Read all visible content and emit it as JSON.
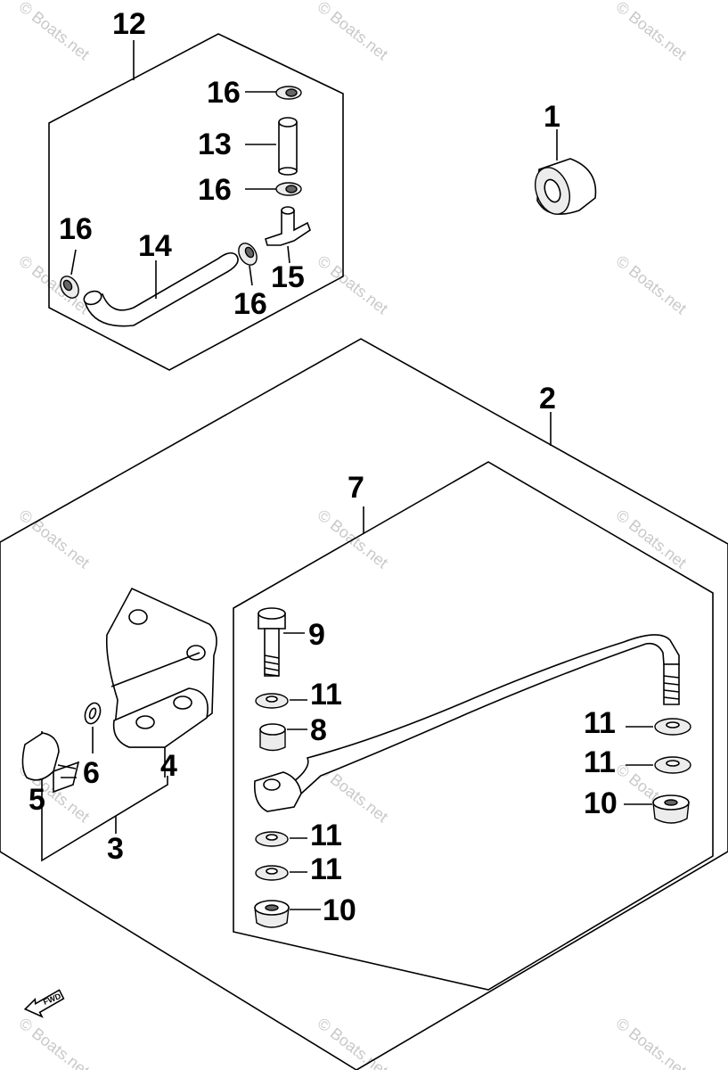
{
  "watermark": "© Boats.net",
  "fwd_label": "FWD",
  "callouts": {
    "c1": "1",
    "c2": "2",
    "c3": "3",
    "c4": "4",
    "c5": "5",
    "c6": "6",
    "c7": "7",
    "c8": "8",
    "c9": "9",
    "c10a": "10",
    "c10b": "10",
    "c11a": "11",
    "c11b": "11",
    "c11c": "11",
    "c11d": "11",
    "c11e": "11",
    "c12": "12",
    "c13": "13",
    "c14": "14",
    "c15": "15",
    "c16a": "16",
    "c16b": "16",
    "c16c": "16",
    "c16d": "16"
  }
}
